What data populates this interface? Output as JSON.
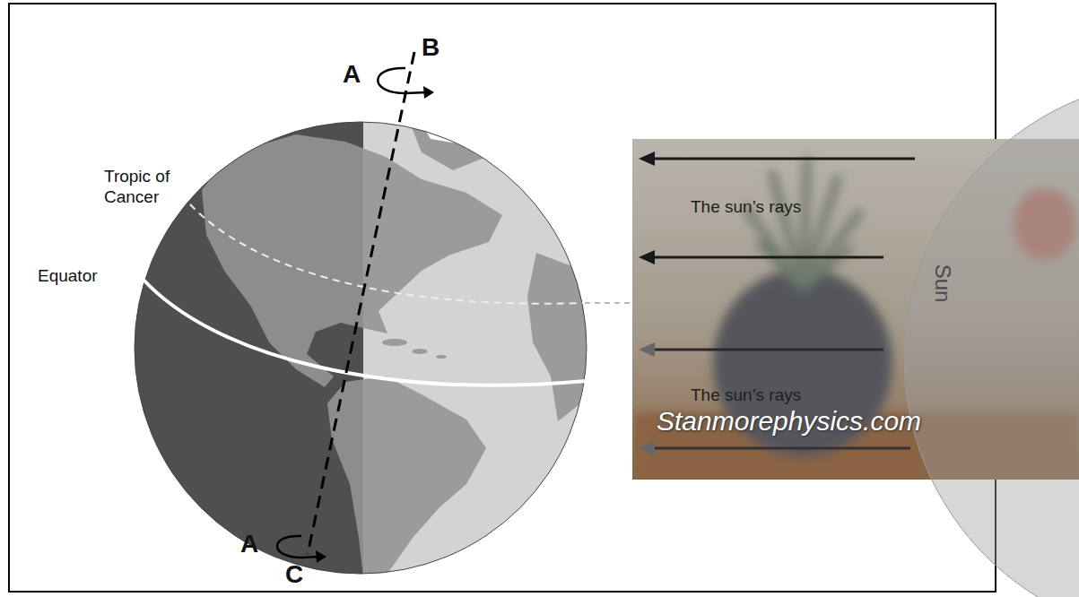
{
  "diagram": {
    "nodes": [
      {
        "text": [
          "Sun"
        ]
      }
    ],
    "labels": [
      "A",
      "B",
      "Tropic of Cancer",
      "Equator",
      "The sun’s rays",
      "The sun’s rays",
      "Stanmorephysics.com",
      "A",
      "C"
    ]
  }
}
